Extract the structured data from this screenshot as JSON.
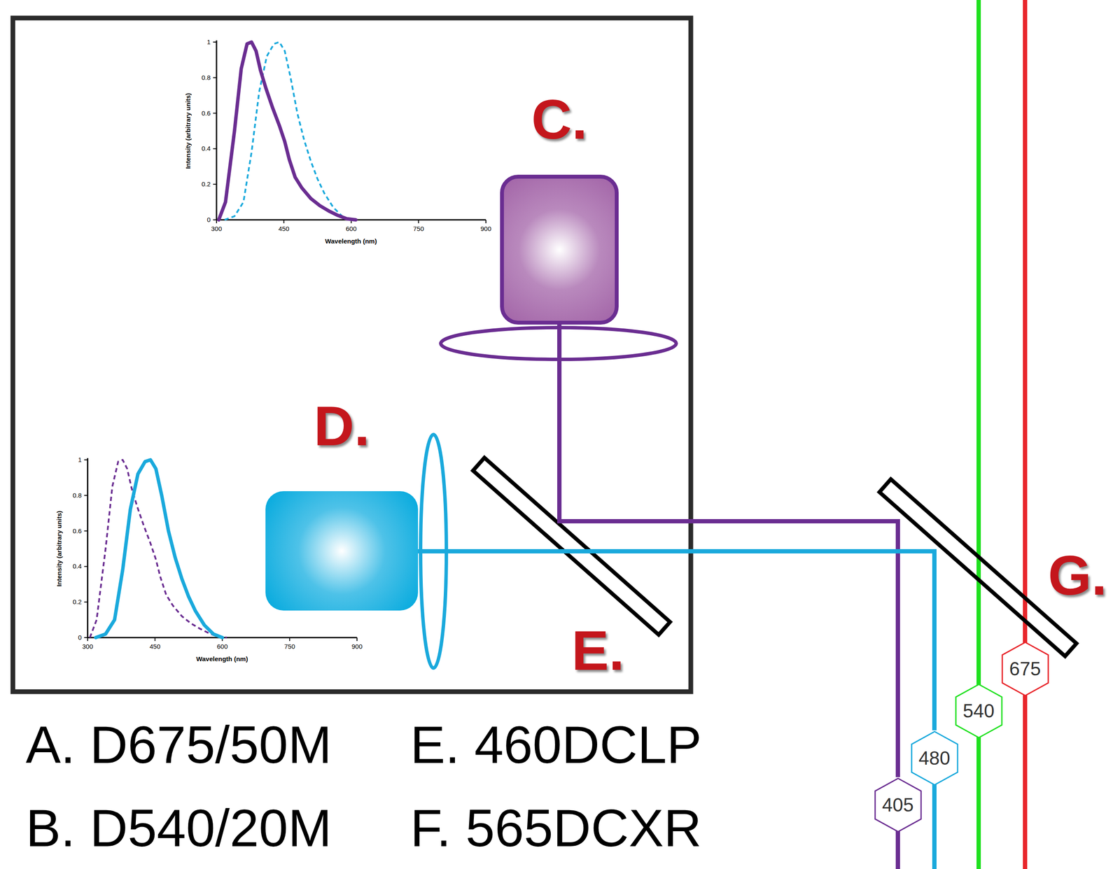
{
  "diagram": {
    "nodes": [
      {
        "text": [
          "C."
        ]
      },
      {
        "text": [
          "D."
        ]
      },
      {
        "text": [
          "675"
        ]
      },
      {
        "text": [
          "540"
        ]
      },
      {
        "text": [
          "480"
        ]
      },
      {
        "text": [
          "405"
        ]
      }
    ],
    "edges": [
      {
        "from": 0,
        "to": 5,
        "arrow": "none"
      },
      {
        "from": 1,
        "to": 4,
        "arrow": "none"
      }
    ],
    "labels": [
      "1",
      "0.8",
      "0.6",
      "0.4",
      "0.2",
      "0",
      "300",
      "450",
      "600",
      "750",
      "900",
      "Intensity (arbitrary units)",
      "Wavelength (nm)",
      "1",
      "0.8",
      "0.6",
      "0.4",
      "0.2",
      "0",
      "300",
      "450",
      "600",
      "750",
      "900",
      "Intensity (arbitrary units)",
      "Wavelength (nm)",
      "E.",
      "G.",
      "A. D675/50M",
      "E. 460DCLP",
      "B. D540/20M",
      "F. 565DCXR"
    ]
  }
}
